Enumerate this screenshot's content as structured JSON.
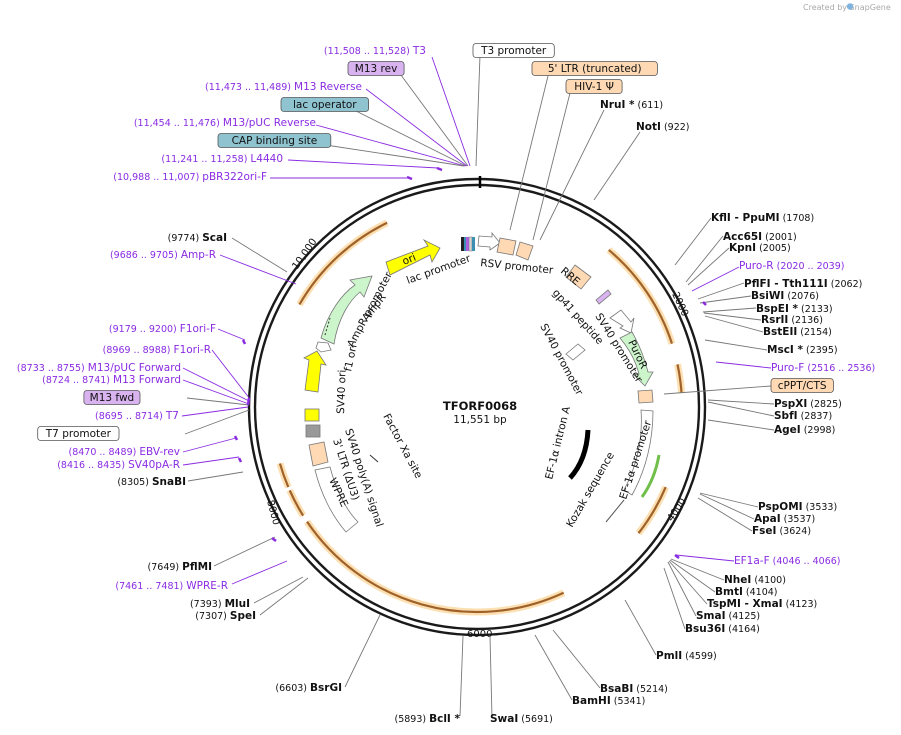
{
  "credit": "Created by SnapGene",
  "plasmid": {
    "name": "TFORF0068",
    "length": "11,551 bp"
  },
  "colors": {
    "primer": "#8a2be2",
    "feature_orange": "#f5a623",
    "peach": "#ffd9b3",
    "teal": "#8ec3cf",
    "purple_box": "#d9b3f0"
  },
  "inner": {
    "ori": "ori",
    "lac_promoter": "lac promoter",
    "rsv_promoter": "RSV promoter",
    "ampr": "AmpR",
    "ampr_promoter": "AmpR promoter",
    "f1_ori": "f1 ori",
    "sv40_ori": "SV40 ori",
    "sv40_polya": "SV40 poly(A) signal",
    "three_ltr": "3' LTR (ΔU3)",
    "wpre": "WPRE",
    "factor_xa": "Factor Xa site",
    "rre": "RRE",
    "gp41": "gp41 peptide",
    "sv40_promoter_a": "SV40 promoter",
    "puror": "PuroR",
    "sv40_promoter_b": "SV40 promoter",
    "ef1a_promoter": "EF-1α promoter",
    "ef1a_intron": "EF-1α intron A",
    "kozak": "Kozak sequence"
  },
  "ticks": [
    "2000",
    "4000",
    "6000",
    "8000",
    "10,000"
  ],
  "top_features": [
    {
      "kind": "primer",
      "name": "T3",
      "pos": "(11,508 .. 11,528)"
    },
    {
      "kind": "box_purple",
      "name": "M13 rev"
    },
    {
      "kind": "primer",
      "name": "M13 Reverse",
      "pos": "(11,473 .. 11,489)"
    },
    {
      "kind": "box_teal",
      "name": "lac operator"
    },
    {
      "kind": "primer",
      "name": "M13/pUC Reverse",
      "pos": "(11,454 .. 11,476)"
    },
    {
      "kind": "box_teal",
      "name": "CAP binding site"
    },
    {
      "kind": "primer",
      "name": "L4440",
      "pos": "(11,241 .. 11,258)"
    },
    {
      "kind": "primer",
      "name": "pBR322ori-F",
      "pos": "(10,988 .. 11,007)"
    }
  ],
  "top_right_features": [
    {
      "kind": "box_white",
      "name": "T3 promoter"
    },
    {
      "kind": "box_peach",
      "name": "5' LTR (truncated)"
    },
    {
      "kind": "box_peach",
      "name": "HIV-1 Ψ"
    },
    {
      "kind": "enzyme",
      "name": "NruI *",
      "pos": "(611)"
    },
    {
      "kind": "enzyme",
      "name": "NotI",
      "pos": "(922)"
    }
  ],
  "right_features": [
    {
      "kind": "enzyme",
      "name": "KflI  -  PpuMI",
      "pos": "(1708)"
    },
    {
      "kind": "enzyme",
      "name": "Acc65I",
      "pos": "(2001)"
    },
    {
      "kind": "enzyme",
      "name": "KpnI",
      "pos": "(2005)"
    },
    {
      "kind": "primer",
      "name": "Puro-R",
      "pos": "(2020 .. 2039)"
    },
    {
      "kind": "enzyme",
      "name": "PflFI  -  Tth111I",
      "pos": "(2062)"
    },
    {
      "kind": "enzyme",
      "name": "BsiWI",
      "pos": "(2076)"
    },
    {
      "kind": "enzyme",
      "name": "BspEI *",
      "pos": "(2133)"
    },
    {
      "kind": "enzyme",
      "name": "RsrII",
      "pos": "(2136)"
    },
    {
      "kind": "enzyme",
      "name": "BstEII",
      "pos": "(2154)"
    },
    {
      "kind": "enzyme",
      "name": "MscI *",
      "pos": "(2395)"
    },
    {
      "kind": "primer",
      "name": "Puro-F",
      "pos": "(2516 .. 2536)"
    },
    {
      "kind": "box_peach",
      "name": "cPPT/CTS"
    },
    {
      "kind": "enzyme",
      "name": "PspXI",
      "pos": "(2825)"
    },
    {
      "kind": "enzyme",
      "name": "SbfI",
      "pos": "(2837)"
    },
    {
      "kind": "enzyme",
      "name": "AgeI",
      "pos": "(2998)"
    },
    {
      "kind": "enzyme",
      "name": "PspOMI",
      "pos": "(3533)"
    },
    {
      "kind": "enzyme",
      "name": "ApaI",
      "pos": "(3537)"
    },
    {
      "kind": "enzyme",
      "name": "FseI",
      "pos": "(3624)"
    },
    {
      "kind": "primer",
      "name": "EF1a-F",
      "pos": "(4046 .. 4066)"
    },
    {
      "kind": "enzyme",
      "name": "NheI",
      "pos": "(4100)"
    },
    {
      "kind": "enzyme",
      "name": "BmtI",
      "pos": "(4104)"
    },
    {
      "kind": "enzyme",
      "name": "TspMI  -  XmaI",
      "pos": "(4123)"
    },
    {
      "kind": "enzyme",
      "name": "SmaI",
      "pos": "(4125)"
    },
    {
      "kind": "enzyme",
      "name": "Bsu36I",
      "pos": "(4164)"
    },
    {
      "kind": "enzyme",
      "name": "PmlI",
      "pos": "(4599)"
    },
    {
      "kind": "enzyme",
      "name": "BsaBI",
      "pos": "(5214)"
    },
    {
      "kind": "enzyme",
      "name": "BamHI",
      "pos": "(5341)"
    }
  ],
  "bottom_features": [
    {
      "kind": "enzyme",
      "name": "SwaI",
      "pos": "(5691)"
    },
    {
      "kind": "enzyme",
      "name": "BclI *",
      "pos": "(5893)"
    },
    {
      "kind": "enzyme",
      "name": "BsrGI",
      "pos": "(6603)"
    }
  ],
  "left_features": [
    {
      "kind": "enzyme",
      "name": "ScaI",
      "pos": "(9774)"
    },
    {
      "kind": "primer",
      "name": "Amp-R",
      "pos": "(9686 .. 9705)"
    },
    {
      "kind": "primer",
      "name": "F1ori-F",
      "pos": "(9179 .. 9200)"
    },
    {
      "kind": "primer",
      "name": "F1ori-R",
      "pos": "(8969 .. 8988)"
    },
    {
      "kind": "primer",
      "name": "M13/pUC Forward",
      "pos": "(8733 .. 8755)"
    },
    {
      "kind": "primer",
      "name": "M13 Forward",
      "pos": "(8724 .. 8741)"
    },
    {
      "kind": "box_purple",
      "name": "M13 fwd"
    },
    {
      "kind": "primer",
      "name": "T7",
      "pos": "(8695 .. 8714)"
    },
    {
      "kind": "box_white",
      "name": "T7 promoter"
    },
    {
      "kind": "primer",
      "name": "EBV-rev",
      "pos": "(8470 .. 8489)"
    },
    {
      "kind": "primer",
      "name": "SV40pA-R",
      "pos": "(8416 .. 8435)"
    },
    {
      "kind": "enzyme",
      "name": "SnaBI",
      "pos": "(8305)"
    },
    {
      "kind": "enzyme",
      "name": "PflMI",
      "pos": "(7649)"
    },
    {
      "kind": "primer",
      "name": "WPRE-R",
      "pos": "(7461 .. 7481)"
    },
    {
      "kind": "enzyme",
      "name": "MluI",
      "pos": "(7393)"
    },
    {
      "kind": "enzyme",
      "name": "SpeI",
      "pos": "(7307)"
    }
  ]
}
